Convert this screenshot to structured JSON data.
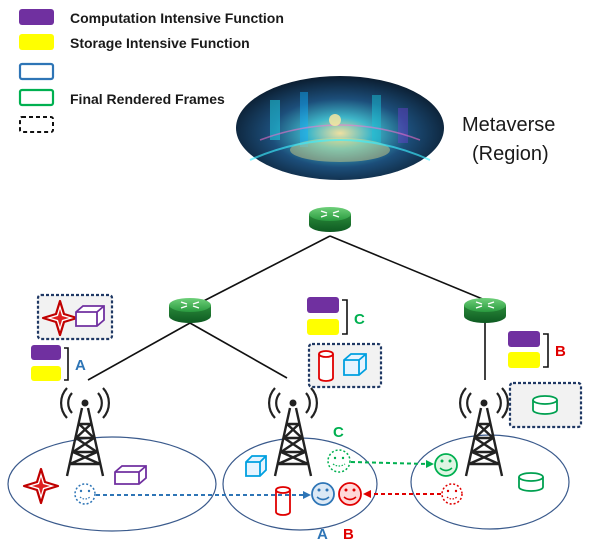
{
  "legend": {
    "computation": {
      "label": "Computation Intensive Function",
      "color": "#7030a0"
    },
    "storage": {
      "label": "Storage Intensive Function",
      "color": "#ffff00"
    },
    "blue_item": {
      "label": "",
      "color": "#2e75b6"
    },
    "rendered": {
      "label": "Final Rendered Frames",
      "color": "#00b050"
    },
    "dashed_item": {
      "label": ""
    }
  },
  "metaverse": {
    "line1": "Metaverse",
    "line2": "(Region)"
  },
  "labels": {
    "a_left": "A",
    "c_middle": "C",
    "b_right": "B",
    "c_user": "C",
    "a_bottom": "A",
    "b_bottom": "B"
  },
  "colors": {
    "user_a": "#2e75b6",
    "user_b": "#e00000",
    "user_c": "#00b050",
    "router": "#2ea84a",
    "cloud_box": "#f2f2f2",
    "cell_border": "#3a5a8c"
  }
}
